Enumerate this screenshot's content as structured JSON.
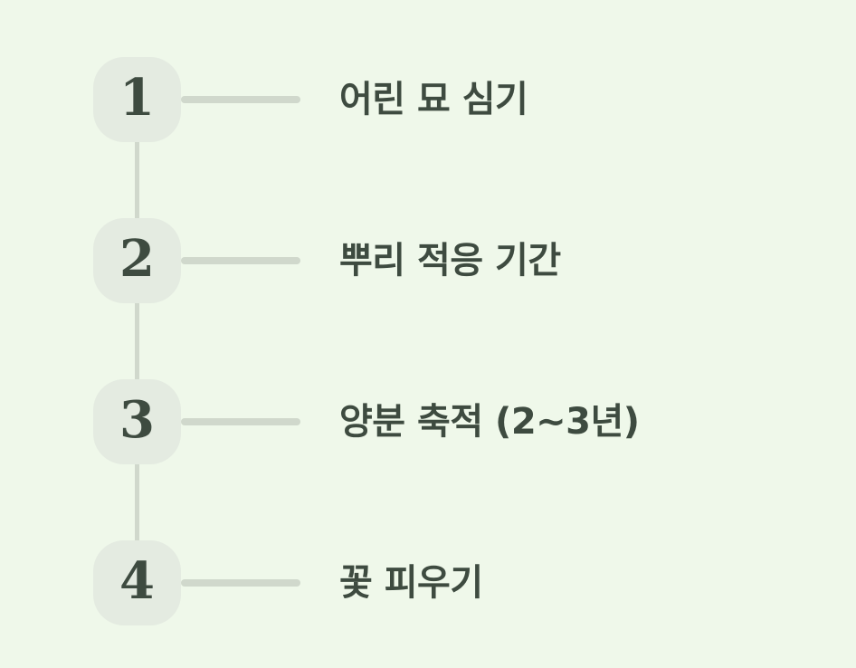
{
  "diagram": {
    "description": "4-step vertical process timeline",
    "steps": [
      {
        "number": "1",
        "label": "어린 묘 심기"
      },
      {
        "number": "2",
        "label": "뿌리 적응 기간"
      },
      {
        "number": "3",
        "label": "양분 축적 (2~3년)"
      },
      {
        "number": "4",
        "label": "꽃 피우기"
      }
    ]
  },
  "theme": {
    "page_bg": "#eff8ea",
    "badge_bg": "#e4ebe1",
    "line_color": "#d0d8cc",
    "text_color": "#3e4b40"
  }
}
